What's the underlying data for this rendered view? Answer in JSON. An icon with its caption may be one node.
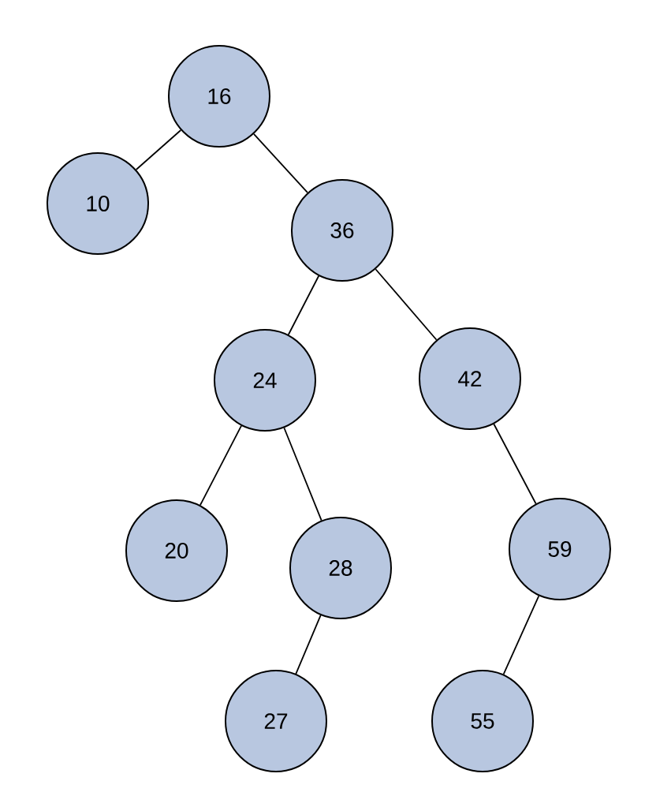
{
  "diagram": {
    "nodes": [
      {
        "text": [
          "16"
        ]
      },
      {
        "text": [
          "10"
        ]
      },
      {
        "text": [
          "36"
        ]
      },
      {
        "text": [
          "24"
        ]
      },
      {
        "text": [
          "42"
        ]
      },
      {
        "text": [
          "20"
        ]
      },
      {
        "text": [
          "28"
        ]
      },
      {
        "text": [
          "59"
        ]
      },
      {
        "text": [
          "27"
        ]
      },
      {
        "text": [
          "55"
        ]
      }
    ],
    "edges": [
      {
        "from": 0,
        "to": 1,
        "arrow": "none"
      },
      {
        "from": 0,
        "to": 2,
        "arrow": "none"
      },
      {
        "from": 2,
        "to": 3,
        "arrow": "none"
      },
      {
        "from": 2,
        "to": 4,
        "arrow": "none"
      },
      {
        "from": 3,
        "to": 5,
        "arrow": "none"
      },
      {
        "from": 3,
        "to": 6,
        "arrow": "none"
      },
      {
        "from": 4,
        "to": 7,
        "arrow": "none"
      },
      {
        "from": 6,
        "to": 8,
        "arrow": "none"
      },
      {
        "from": 7,
        "to": 9,
        "arrow": "none"
      }
    ]
  }
}
